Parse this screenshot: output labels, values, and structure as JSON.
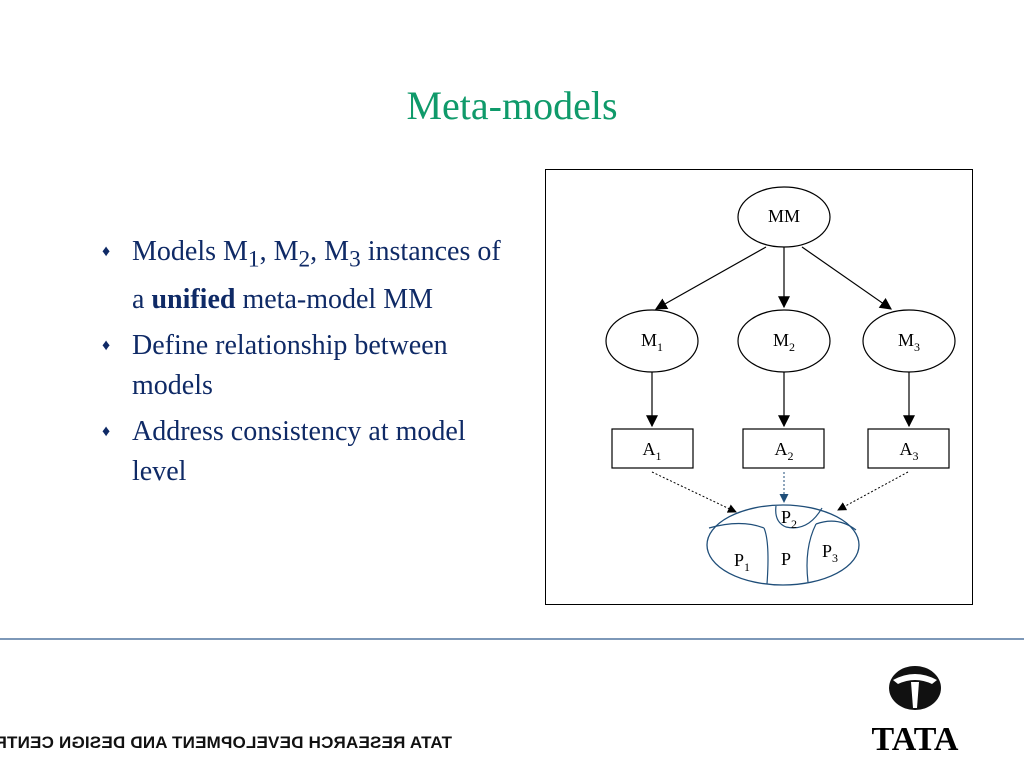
{
  "title": "Meta-models",
  "bullets": [
    {
      "parts": [
        "Models M",
        "1",
        ", M",
        "2",
        ", M",
        "3",
        " instances of a ",
        "unified",
        " meta-model MM"
      ]
    },
    {
      "text": "Define relationship between models"
    },
    {
      "text": "Address consistency at model level"
    }
  ],
  "bullet_glyph": "♦",
  "diagram": {
    "root": "MM",
    "models": [
      {
        "base": "M",
        "sub": "1"
      },
      {
        "base": "M",
        "sub": "2"
      },
      {
        "base": "M",
        "sub": "3"
      }
    ],
    "artifacts": [
      {
        "base": "A",
        "sub": "1"
      },
      {
        "base": "A",
        "sub": "2"
      },
      {
        "base": "A",
        "sub": "3"
      }
    ],
    "partitions": [
      {
        "base": "P",
        "sub": "1"
      },
      {
        "base": "P",
        "sub": "2"
      },
      {
        "base": "P",
        "sub": "3"
      }
    ],
    "center": "P"
  },
  "footer": "TATA RESEARCH DEVELOPMENT AND DESIGN CENTRE",
  "logo_text": "TATA",
  "colors": {
    "title": "#0f9a6a",
    "text": "#0f2a66",
    "rule": "#7d98b8",
    "partition_stroke": "#1f4e79"
  }
}
